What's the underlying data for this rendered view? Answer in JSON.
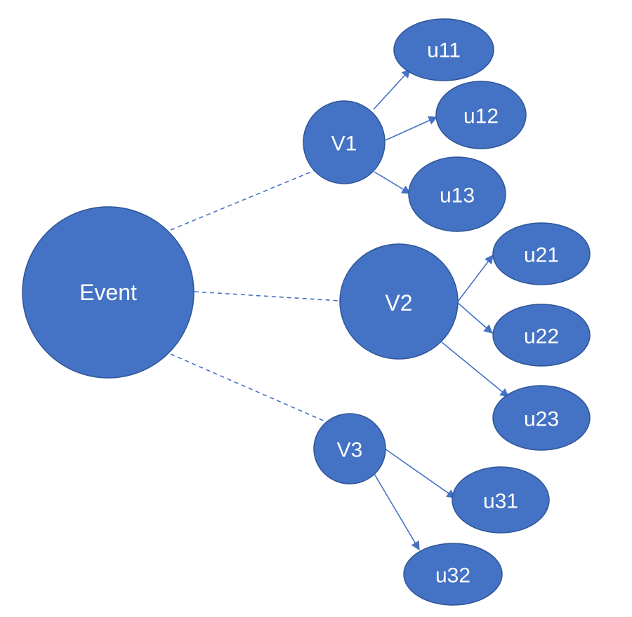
{
  "nodes": {
    "event": "Event",
    "v1": "V1",
    "v2": "V2",
    "v3": "V3",
    "u11": "u11",
    "u12": "u12",
    "u13": "u13",
    "u21": "u21",
    "u22": "u22",
    "u23": "u23",
    "u31": "u31",
    "u32": "u32"
  },
  "colors": {
    "node_fill": "#4472c4",
    "node_stroke": "#2f5597",
    "edge": "#4472c4",
    "label": "#ffffff"
  }
}
